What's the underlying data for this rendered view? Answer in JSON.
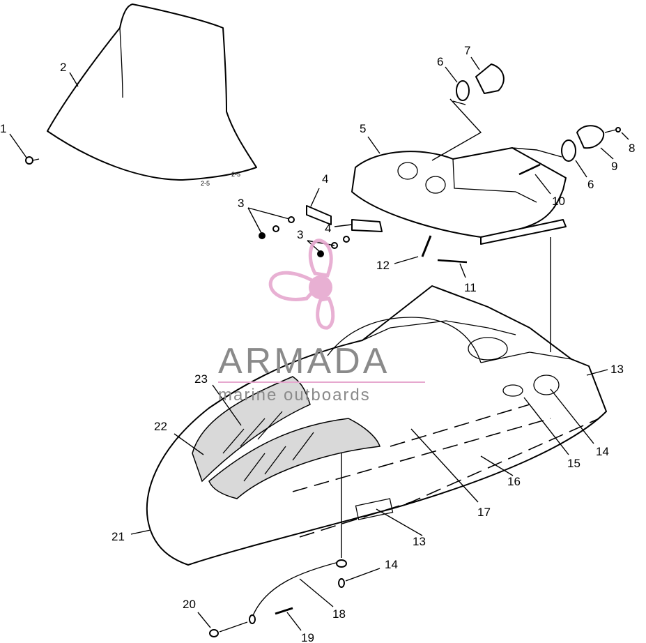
{
  "diagram": {
    "callouts": [
      {
        "label": "1"
      },
      {
        "label": "2"
      },
      {
        "label": "3"
      },
      {
        "label": "3"
      },
      {
        "label": "4"
      },
      {
        "label": "4"
      },
      {
        "label": "5"
      },
      {
        "label": "6"
      },
      {
        "label": "6"
      },
      {
        "label": "7"
      },
      {
        "label": "8"
      },
      {
        "label": "9"
      },
      {
        "label": "10"
      },
      {
        "label": "11"
      },
      {
        "label": "12"
      },
      {
        "label": "13"
      },
      {
        "label": "13"
      },
      {
        "label": "14"
      },
      {
        "label": "14"
      },
      {
        "label": "15"
      },
      {
        "label": "16"
      },
      {
        "label": "17"
      },
      {
        "label": "18"
      },
      {
        "label": "19"
      },
      {
        "label": "20"
      },
      {
        "label": "21"
      },
      {
        "label": "22"
      },
      {
        "label": "23"
      }
    ]
  },
  "watermark": {
    "title": "ARMADA",
    "subtitle": "marine outboards",
    "logo_icon": "propeller-icon",
    "color": "#e6a8cf"
  }
}
